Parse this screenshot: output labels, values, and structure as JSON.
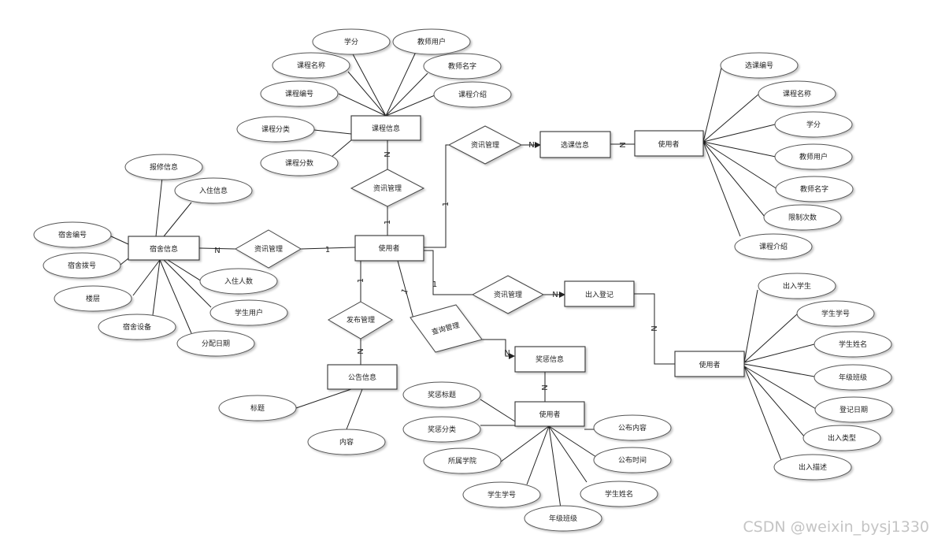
{
  "watermark": "CSDN @weixin_bysj1330",
  "entities": [
    {
      "id": "course_info",
      "label": "课程信息"
    },
    {
      "id": "dorm_info",
      "label": "宿舍信息"
    },
    {
      "id": "center_user",
      "label": "使用者"
    },
    {
      "id": "notice_info",
      "label": "公告信息"
    },
    {
      "id": "select_info",
      "label": "选课信息"
    },
    {
      "id": "select_user",
      "label": "使用者"
    },
    {
      "id": "inout_reg",
      "label": "出入登记"
    },
    {
      "id": "inout_user",
      "label": "使用者"
    },
    {
      "id": "award_info",
      "label": "奖惩信息"
    },
    {
      "id": "award_user",
      "label": "使用者"
    }
  ],
  "relationships": [
    {
      "id": "rel_course",
      "label": "资讯管理"
    },
    {
      "id": "rel_dorm",
      "label": "资讯管理"
    },
    {
      "id": "rel_notice",
      "label": "发布管理"
    },
    {
      "id": "rel_select",
      "label": "资讯管理"
    },
    {
      "id": "rel_inout",
      "label": "资讯管理"
    },
    {
      "id": "rel_award",
      "label": "查询管理"
    }
  ],
  "attributes": [
    {
      "id": "c1",
      "label": "学分"
    },
    {
      "id": "c2",
      "label": "教师用户"
    },
    {
      "id": "c3",
      "label": "课程名称"
    },
    {
      "id": "c4",
      "label": "教师名字"
    },
    {
      "id": "c5",
      "label": "课程编号"
    },
    {
      "id": "c6",
      "label": "课程介绍"
    },
    {
      "id": "c7",
      "label": "课程分类"
    },
    {
      "id": "c8",
      "label": "课程分数"
    },
    {
      "id": "d1",
      "label": "报修信息"
    },
    {
      "id": "d2",
      "label": "入住信息"
    },
    {
      "id": "d3",
      "label": "宿舍编号"
    },
    {
      "id": "d4",
      "label": "宿舍拨号"
    },
    {
      "id": "d5",
      "label": "入住人数"
    },
    {
      "id": "d6",
      "label": "楼层"
    },
    {
      "id": "d7",
      "label": "学生用户"
    },
    {
      "id": "d8",
      "label": "宿舍设备"
    },
    {
      "id": "d9",
      "label": "分配日期"
    },
    {
      "id": "n1",
      "label": "标题"
    },
    {
      "id": "n2",
      "label": "内容"
    },
    {
      "id": "s1",
      "label": "选课编号"
    },
    {
      "id": "s2",
      "label": "课程名称"
    },
    {
      "id": "s3",
      "label": "学分"
    },
    {
      "id": "s4",
      "label": "教师用户"
    },
    {
      "id": "s5",
      "label": "教师名字"
    },
    {
      "id": "s6",
      "label": "限制次数"
    },
    {
      "id": "s7",
      "label": "课程介绍"
    },
    {
      "id": "i1",
      "label": "出入学生"
    },
    {
      "id": "i2",
      "label": "学生学号"
    },
    {
      "id": "i3",
      "label": "学生姓名"
    },
    {
      "id": "i4",
      "label": "年级班级"
    },
    {
      "id": "i5",
      "label": "登记日期"
    },
    {
      "id": "i6",
      "label": "出入类型"
    },
    {
      "id": "i7",
      "label": "出入描述"
    },
    {
      "id": "a1",
      "label": "奖惩标题"
    },
    {
      "id": "a2",
      "label": "奖惩分类"
    },
    {
      "id": "a3",
      "label": "公布内容"
    },
    {
      "id": "a4",
      "label": "所属学院"
    },
    {
      "id": "a5",
      "label": "公布时间"
    },
    {
      "id": "a6",
      "label": "学生学号"
    },
    {
      "id": "a7",
      "label": "学生姓名"
    },
    {
      "id": "a8",
      "label": "年级班级"
    }
  ],
  "cardinalities": [
    {
      "id": "card_course_n",
      "label": "N"
    },
    {
      "id": "card_course_1",
      "label": "1"
    },
    {
      "id": "card_dorm_n",
      "label": "N"
    },
    {
      "id": "card_dorm_1",
      "label": "1"
    },
    {
      "id": "card_notice_1",
      "label": "1"
    },
    {
      "id": "card_notice_n",
      "label": "N"
    },
    {
      "id": "card_select_1",
      "label": "1"
    },
    {
      "id": "card_select_n",
      "label": "N"
    },
    {
      "id": "card_select_user_n",
      "label": "N"
    },
    {
      "id": "card_inout_1",
      "label": "1"
    },
    {
      "id": "card_inout_n",
      "label": "N"
    },
    {
      "id": "card_inout_user_n",
      "label": "N"
    },
    {
      "id": "card_award_1",
      "label": "1"
    },
    {
      "id": "card_award_n",
      "label": "N"
    },
    {
      "id": "card_award_user_n",
      "label": "N"
    }
  ]
}
